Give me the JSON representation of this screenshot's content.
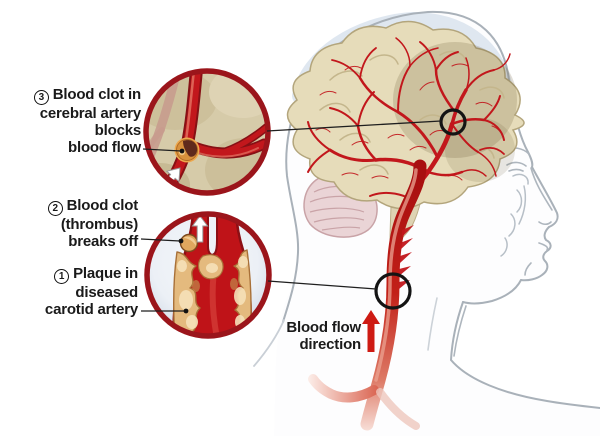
{
  "steps": [
    {
      "number": "3",
      "lines": [
        "Blood clot in",
        "cerebral artery",
        "blocks",
        "blood flow"
      ]
    },
    {
      "number": "2",
      "lines": [
        "Blood clot",
        "(thrombus)",
        "breaks off"
      ]
    },
    {
      "number": "1",
      "lines": [
        "Plaque in",
        "diseased",
        "carotid artery"
      ]
    }
  ],
  "flow_label": {
    "lines": [
      "Blood flow",
      "direction"
    ]
  },
  "icons": {
    "flow_direction_arrow": "up-arrow",
    "cerebral_inset_arrow": "up-arrow",
    "carotid_inset_arrow": "up-arrow",
    "step_markers": "circled-number",
    "highlight_rings": "circle-outline"
  },
  "colors": {
    "background": "#ffffff",
    "artery_red": "#c2171c",
    "artery_dark": "#8c1014",
    "inset_border": "#9b151b",
    "brain_tan": "#e6dcba",
    "plaque_tan": "#e4ba7e",
    "clot_orange": "#d8913c",
    "highlight_ring": "#141414",
    "head_outline": "#a9b1b9",
    "text": "#1a1a1a"
  }
}
